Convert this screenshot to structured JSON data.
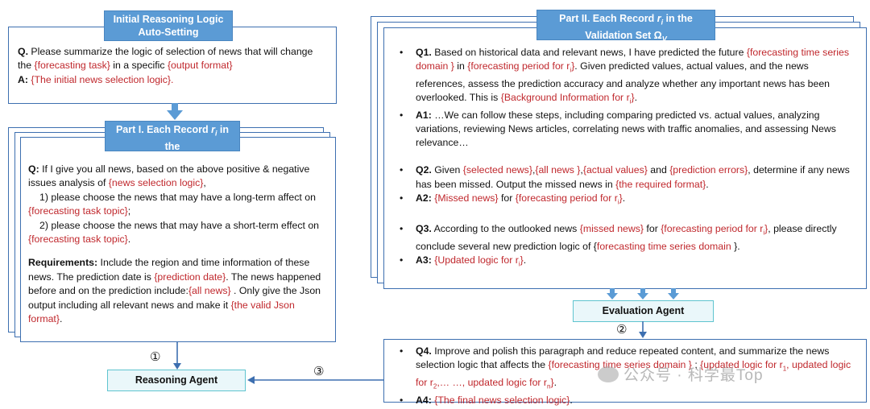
{
  "initial": {
    "title1": "Initial Reasoning Logic",
    "title2": "Auto-Setting",
    "q_label": "Q.",
    "q_text1": " Please summarize the logic of selection of news that will change the ",
    "q_red1": "{forecasting task}",
    "q_text2": " in a specific ",
    "q_red2": "{output format}",
    "a_label": "A:",
    "a_red": " {The initial news selection logic}."
  },
  "part1": {
    "title1": "Part I. Each Record ",
    "title_r": "r",
    "title_i": "i",
    "title1b": " in the",
    "title2": "Data Set Ω",
    "title2_sub": "all",
    "q_label": "Q:",
    "q_text1": " If I give you all news, based on the above positive & negative issues analysis of ",
    "q_red1": "{news selection logic}",
    "q_text2": ",",
    "item1": "1) please choose the news that may have a long-term affect on ",
    "item1_red": "{forecasting task  topic}",
    "item1_end": ";",
    "item2": "2) please choose the news that may have a short-term effect on ",
    "item2_red": "{forecasting task  topic}",
    "item2_end": ".",
    "req_label": "Requirements:",
    "req_text1": " Include the region and time information of these news. The prediction date is ",
    "req_red1": "{prediction date}",
    "req_text2": ". The news happened before and on the prediction include:",
    "req_red2": "{all news}",
    "req_text3": " . Only give the Json output including all relevant news and make it ",
    "req_red3": "{the valid Json format}",
    "req_text4": "."
  },
  "part2": {
    "title1": "Part II. Each Record ",
    "title_r": "r",
    "title_i": "i",
    "title1b": " in the",
    "title2": "Validation Set Ω",
    "title2_sub": "V",
    "q1_label": "Q1.",
    "q1_t1": " Based on historical data and relevant news, I have predicted the future ",
    "q1_r1": "{forecasting time series domain }",
    "q1_t2": " in ",
    "q1_r2": "{forecasting period for r",
    "q1_r2_sub": "i",
    "q1_r2_end": "}",
    "q1_t3": ". Given predicted values, actual values, and the news references, assess the prediction accuracy and analyze whether any important news has been overlooked. This is ",
    "q1_r3": "{Background Information for r",
    "q1_r3_sub": "i",
    "q1_r3_end": "}",
    "q1_t4": ".",
    "a1_label": "A1:",
    "a1_text": " …We can follow these steps, including comparing predicted vs. actual values, analyzing variations, reviewing News articles, correlating news with traffic anomalies, and assessing News relevance…",
    "q2_t1": " Given ",
    "q2_label": "Q2.",
    "q2_r1": "{selected news}",
    "q2_t2": ",",
    "q2_r2": "{all news }",
    "q2_t3": ",",
    "q2_r3": "{actual values}",
    "q2_t4": " and ",
    "q2_r4": "{prediction errors}",
    "q2_t5": ", determine if any news has been missed. Output the missed news in ",
    "q2_r5": "{the required format}",
    "q2_t6": ".",
    "a2_label": "A2:",
    "a2_r1": " {Missed news}",
    "a2_t1": " for ",
    "a2_r2": "{forecasting period for r",
    "a2_r2_sub": "i",
    "a2_r2_end": "}",
    "a2_t2": ".",
    "q3_label": "Q3.",
    "q3_t1": " According to the outlooked news ",
    "q3_r1": "{missed news}",
    "q3_t2": " for ",
    "q3_r2": "{forecasting period for r",
    "q3_r2_sub": "i",
    "q3_r2_end": "}",
    "q3_t3": ", please directly conclude several new prediction logic of {",
    "q3_r3": "forecasting time series domain",
    "q3_t4": " }.",
    "a3_label": "A3:",
    "a3_r1": " {Updated logic for r",
    "a3_r1_sub": "i",
    "a3_r1_end": "}",
    "a3_t1": "."
  },
  "final": {
    "q4_label": "Q4.",
    "q4_t1": " Improve and polish this paragraph and reduce repeated content, and summarize the news selection logic that affects the ",
    "q4_r1": "{forecasting time series domain }",
    "q4_t2": " ; ",
    "q4_r2": "{updated logic for r",
    "q4_r2_sub": "1",
    "q4_r2_b": ", updated logic for r",
    "q4_r2_sub2": "2",
    "q4_r2_c": ",… …, updated logic for r",
    "q4_r2_sub3": "n",
    "q4_r2_end": "}",
    "q4_t3": ".",
    "a4_label": "A4:",
    "a4_r1": " {The final news selection logic}",
    "a4_t1": "."
  },
  "agents": {
    "evaluation": "Evaluation Agent",
    "reasoning": "Reasoning Agent"
  },
  "steps": {
    "s1": "①",
    "s2": "②",
    "s3": "③"
  },
  "watermark": "公众号 · 科学最Top",
  "colors": {
    "border": "#3d6fb0",
    "header": "#5b9bd5",
    "red": "#c0282d",
    "agent_border": "#5fc4cf",
    "arrow": "#3d6fb0"
  }
}
